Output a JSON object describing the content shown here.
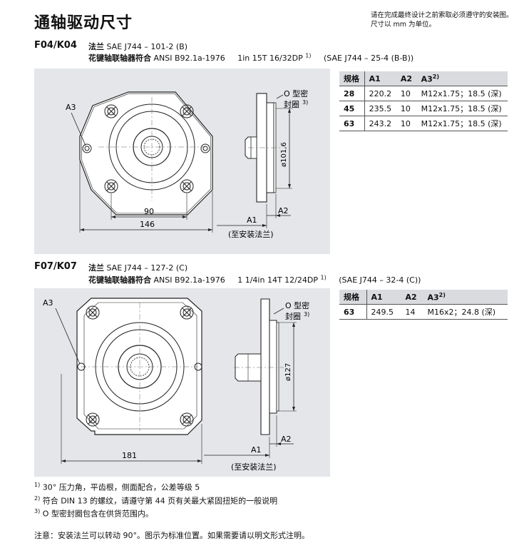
{
  "page": {
    "title": "通轴驱动尺寸",
    "top_note": "请在完成最终设计之前索取必须遵守的安装图。尺寸以 mm 为单位。"
  },
  "sections": [
    {
      "code": "F04/K04",
      "flange_label": "法兰",
      "flange_value": "SAE J744 – 101-2 (B)",
      "coupling_label": "花键轴联轴器符合",
      "coupling_value": "ANSI B92.1a-1976",
      "spline": "1in 15T 16/32DP",
      "spline_note": "1)",
      "sae_ref": "(SAE J744 – 25-4 (B-B))",
      "drawing": {
        "a3": "A3",
        "oring_1": "O 型密",
        "oring_2": "封圈",
        "oring_note": "3)",
        "dia": "ø101,6",
        "dim_inner": "90",
        "dim_outer": "146",
        "a1": "A1",
        "a2": "A2",
        "mount_flange": "(至安装法兰)"
      },
      "table": {
        "headers": [
          "规格",
          "A1",
          "A2",
          "A3"
        ],
        "a3_note": "2)",
        "rows": [
          [
            "28",
            "220.2",
            "10",
            "M12x1.75；18.5 (深)"
          ],
          [
            "45",
            "235.5",
            "10",
            "M12x1.75；18.5 (深)"
          ],
          [
            "63",
            "243.2",
            "10",
            "M12x1.75；18.5 (深)"
          ]
        ]
      }
    },
    {
      "code": "F07/K07",
      "flange_label": "法兰",
      "flange_value": "SAE J744 – 127-2 (C)",
      "coupling_label": "花键轴联轴器符合",
      "coupling_value": "ANSI B92.1a-1976",
      "spline": "1 1/4in 14T 12/24DP",
      "spline_note": "1)",
      "sae_ref": "(SAE J744 – 32-4 (C))",
      "drawing": {
        "a3": "A3",
        "oring_1": "O 型密",
        "oring_2": "封圈",
        "oring_note": "3)",
        "dia": "ø127",
        "dim_outer": "181",
        "a1": "A1",
        "a2": "A2",
        "mount_flange": "(至安装法兰)"
      },
      "table": {
        "headers": [
          "规格",
          "A1",
          "A2",
          "A3"
        ],
        "a3_note": "2)",
        "rows": [
          [
            "63",
            "249.5",
            "14",
            "M16x2；24.8 (深)"
          ]
        ]
      }
    }
  ],
  "footnotes": [
    {
      "mark": "1)",
      "text": "30° 压力角，平齿根，侧面配合，公差等级 5"
    },
    {
      "mark": "2)",
      "text": "符合 DIN 13 的螺纹，请遵守第 44 页有关最大紧固扭矩的一般说明"
    },
    {
      "mark": "3)",
      "text": "O 型密封圈包含在供货范围内。"
    }
  ],
  "bottom_note": "注意：安装法兰可以转动 90°。图示为标准位置。如果需要请以明文形式注明。"
}
